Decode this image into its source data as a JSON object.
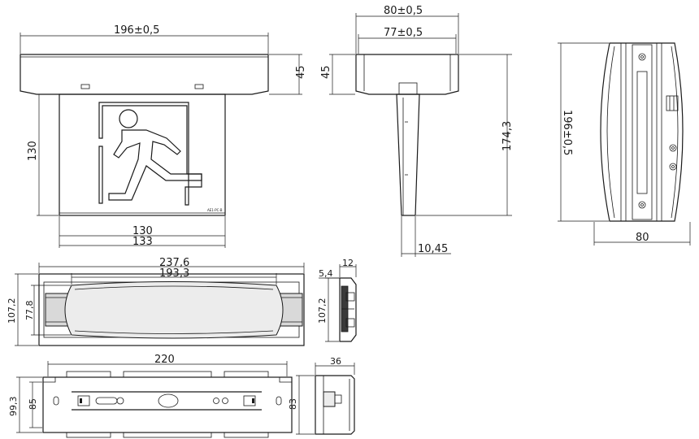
{
  "front_view": {
    "width_top": "196±0,5",
    "height_top": "45",
    "panel_height": "130",
    "panel_width_inner": "130",
    "panel_width_outer": "133",
    "panel_mark": "AE1-PC-B"
  },
  "side_view": {
    "width_outer": "80±0,5",
    "width_inner": "77±0,5",
    "height_top": "45",
    "total_height": "174,3",
    "panel_thickness": "10,45"
  },
  "top_view": {
    "length": "196±0,5",
    "width": "80"
  },
  "bottom_view": {
    "length_outer": "237,6",
    "length_inner": "193,3",
    "height_outer": "107,2",
    "height_inner": "77,8"
  },
  "bottom_side_view": {
    "depth_a": "5,4",
    "depth_b": "12",
    "height": "107,2"
  },
  "mount_plate": {
    "length": "220",
    "height_outer": "99,3",
    "height_inner": "85"
  },
  "mount_side": {
    "depth": "36",
    "height": "83"
  }
}
